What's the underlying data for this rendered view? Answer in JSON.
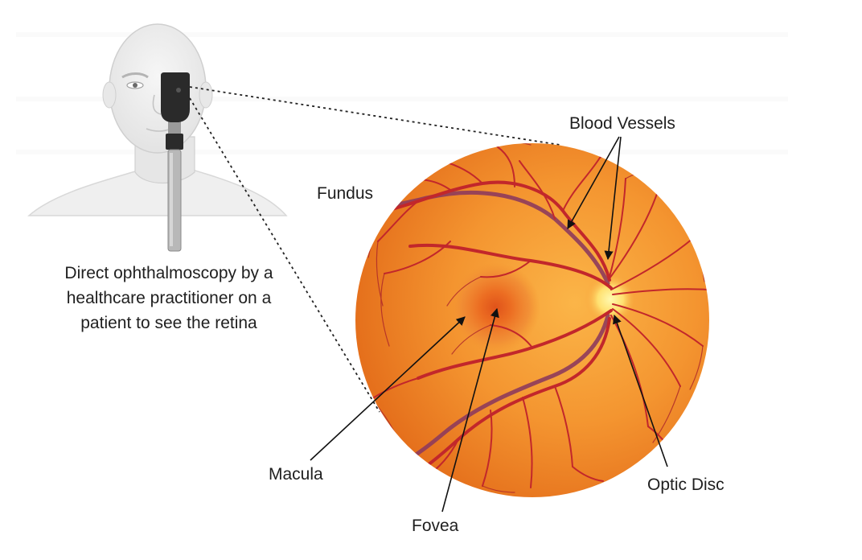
{
  "labels": {
    "blood_vessels": "Blood Vessels",
    "fundus": "Fundus",
    "macula": "Macula",
    "fovea": "Fovea",
    "optic_disc": "Optic Disc"
  },
  "caption": [
    "Direct ophthalmoscopy by a",
    "healthcare practitioner on a",
    "patient to see the retina"
  ],
  "icons": {
    "person": "patient-head-icon",
    "device": "ophthalmoscope-icon",
    "retina": "retina-fundus-icon"
  },
  "colors": {
    "retina_outer": "#e8741a",
    "retina_inner": "#f7a23a",
    "vessel": "#b5292a",
    "vein": "#8e3b5c",
    "optic_disc": "#fff27a",
    "macula": "#e8621f"
  }
}
